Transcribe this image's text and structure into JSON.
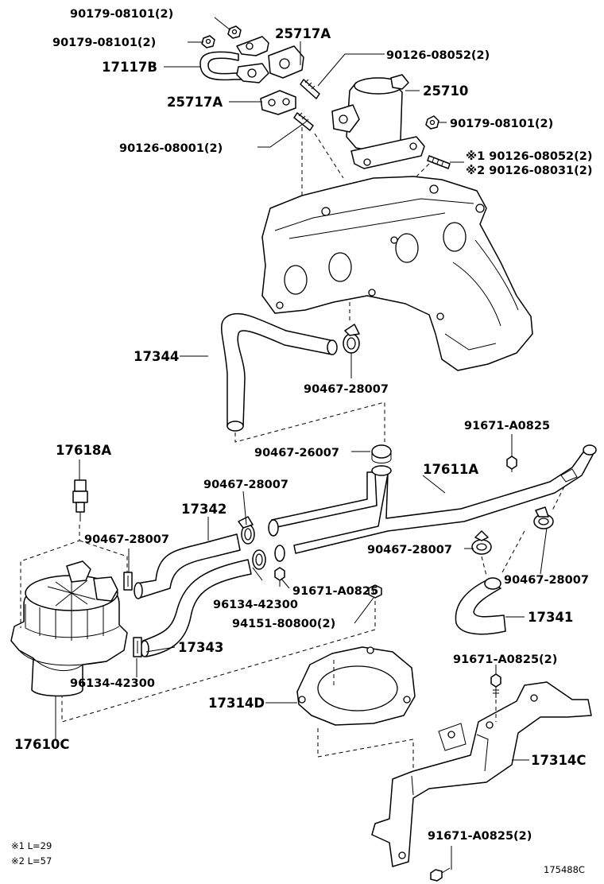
{
  "labels": {
    "p90179_08101_a": "90179-08101(2)",
    "p90179_08101_b": "90179-08101(2)",
    "p25717A_a": "25717A",
    "p17117B": "17117B",
    "p90126_08052": "90126-08052(2)",
    "p25710": "25710",
    "p25717A_b": "25717A",
    "p90179_08101_c": "90179-08101(2)",
    "p90126_08001": "90126-08001(2)",
    "p90126_08052_note": "※1 90126-08052(2)",
    "p90126_08031_note": "※2 90126-08031(2)",
    "p17344": "17344",
    "p90467_28007_a": "90467-28007",
    "p91671_A0825_a": "91671-A0825",
    "p17618A": "17618A",
    "p90467_26007": "90467-26007",
    "p17611A": "17611A",
    "p90467_28007_b": "90467-28007",
    "p17342": "17342",
    "p90467_28007_c": "90467-28007",
    "p90467_28007_d": "90467-28007",
    "p91671_A0825_b": "91671-A0825",
    "p90467_28007_e": "90467-28007",
    "p96134_42300_a": "96134-42300",
    "p17341": "17341",
    "p94151_80800": "94151-80800(2)",
    "p17343": "17343",
    "p96134_42300_b": "96134-42300",
    "p91671_A0825_c": "91671-A0825(2)",
    "p17314D": "17314D",
    "p17610C": "17610C",
    "p17314C": "17314C",
    "p91671_A0825_d": "91671-A0825(2)"
  },
  "notes": {
    "note1": "※1 L=29",
    "note2": "※2 L=57"
  },
  "figure_code": "175488C"
}
